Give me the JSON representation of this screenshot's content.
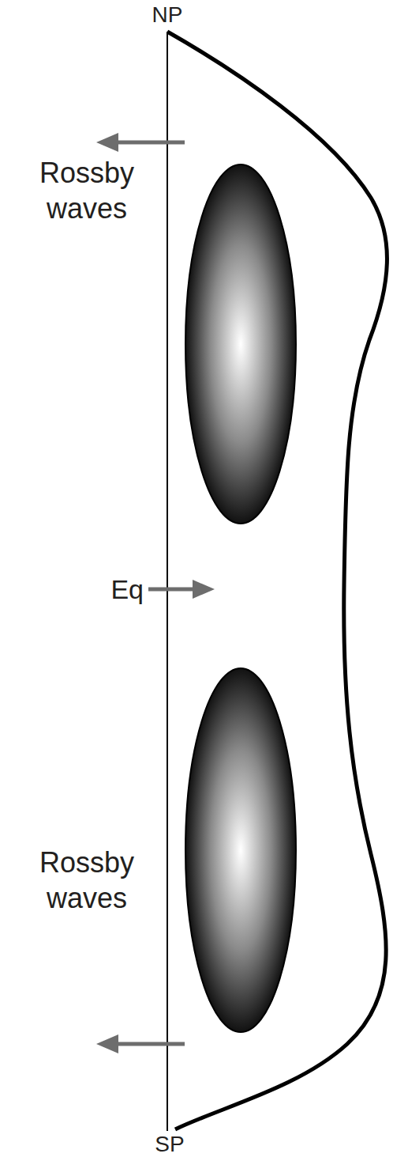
{
  "diagram": {
    "labels": [
      "NP",
      "Rossby waves",
      "Eq",
      "Rossby waves",
      "SP"
    ]
  }
}
